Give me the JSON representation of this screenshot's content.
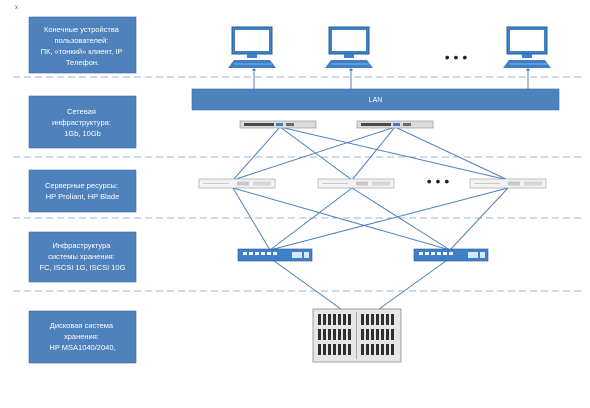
{
  "colors": {
    "layer_box": "#4f81bd",
    "link_line": "#4f81bd",
    "separator": "#7a9cc8",
    "lan_bar": "#4f81bd"
  },
  "corner_mark": "x",
  "layers": [
    {
      "lines": [
        "Конечные устройства",
        "пользователей:",
        "ПК, «тонкий» клиент, IP",
        "Телефон."
      ]
    },
    {
      "lines": [
        "Сетевая",
        "инфраструктура:",
        "1Gb, 10Gb"
      ]
    },
    {
      "lines": [
        "Серверные ресурсы:",
        "HP Proliant, HP Blade"
      ]
    },
    {
      "lines": [
        "Инфраструктура",
        "системы хранения:",
        "FC, ISCSI 1G, ISCSI 10G"
      ]
    },
    {
      "lines": [
        "Дисковая система",
        "хранения:",
        "HP MSA1040/2040,"
      ]
    }
  ],
  "lan": {
    "label": "LAN"
  },
  "ellipsis": "• • •",
  "icons": {
    "workstation": "desktop-computer-icon",
    "network_switch": "network-switch-icon",
    "server": "rack-server-icon",
    "storage_switch": "storage-switch-icon",
    "disk_array": "disk-array-icon"
  }
}
